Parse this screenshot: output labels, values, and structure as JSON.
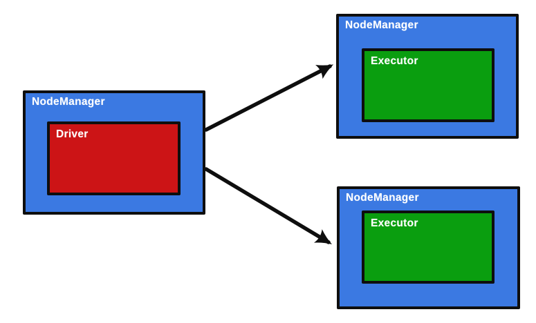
{
  "diagram": {
    "type": "architecture-diagram",
    "nodes": [
      {
        "id": "nodemanager-driver",
        "label": "NodeManager",
        "child_label": "Driver",
        "child_color": "#cc1416"
      },
      {
        "id": "nodemanager-executor-top",
        "label": "NodeManager",
        "child_label": "Executor",
        "child_color": "#0a9e0f"
      },
      {
        "id": "nodemanager-executor-bottom",
        "label": "NodeManager",
        "child_label": "Executor",
        "child_color": "#0a9e0f"
      }
    ],
    "edges": [
      {
        "from": "nodemanager-driver",
        "to": "nodemanager-executor-top"
      },
      {
        "from": "nodemanager-driver",
        "to": "nodemanager-executor-bottom"
      }
    ],
    "colors": {
      "node_fill": "#3b79e2",
      "driver_fill": "#cc1416",
      "executor_fill": "#0a9e0f",
      "border": "#0e0e0e",
      "arrow": "#0e0e0e",
      "label_text": "#ffffff",
      "background": "#ffffff"
    }
  }
}
